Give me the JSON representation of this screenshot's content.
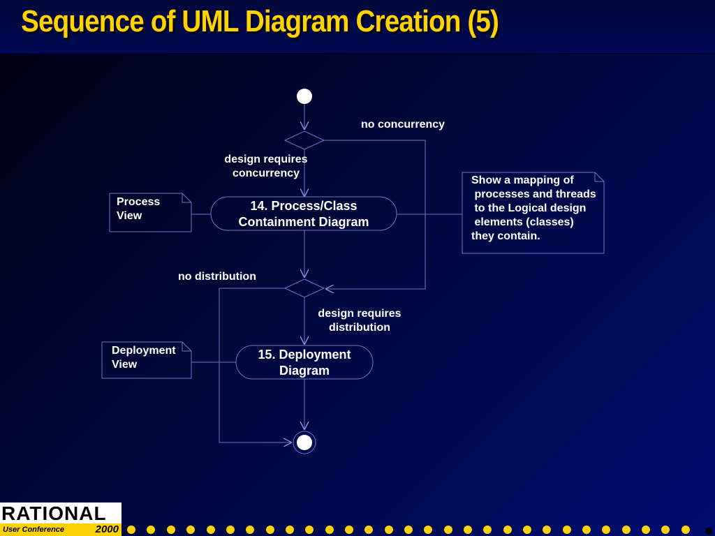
{
  "slide": {
    "title": "Sequence of UML Diagram Creation (5)"
  },
  "diagram": {
    "labels": {
      "no_concurrency": "no concurrency",
      "design_requires_concurrency": "design requires\nconcurrency",
      "no_distribution": "no distribution",
      "design_requires_distribution": "design requires\ndistribution"
    },
    "activities": {
      "process_class": "14. Process/Class\nContainment Diagram",
      "deployment": "15. Deployment\nDiagram"
    },
    "notes": {
      "process_view": "Process\nView",
      "deployment_view": "Deployment\nView",
      "mapping": "Show a mapping of\n processes and threads\n to the Logical design\n elements (classes)\nthey contain."
    }
  },
  "footer": {
    "logo": "RATIONAL",
    "conference": "User Conference",
    "year": "2000"
  },
  "colors": {
    "title": "#ffd200",
    "lines": "#6f74c8",
    "dots": "#ffd200"
  }
}
